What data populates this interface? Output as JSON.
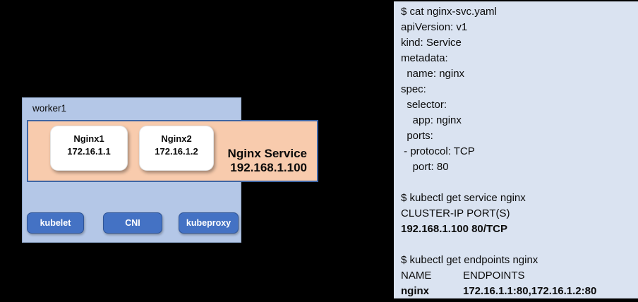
{
  "colors": {
    "panel_bg": "#dae3f1",
    "worker_fill": "#b4c7e7",
    "worker_border": "#8fa6c8",
    "service_fill": "#f8cbad",
    "service_border": "#3f66a5",
    "button_fill": "#4472c4",
    "button_border": "#2f5597",
    "pod_fill": "#ffffff"
  },
  "diagram": {
    "worker_label": "worker1",
    "service_box": {
      "title": "Nginx Service",
      "ip": "192.168.1.100"
    },
    "pods": [
      {
        "name": "Nginx1",
        "ip": "172.16.1.1"
      },
      {
        "name": "Nginx2",
        "ip": "172.16.1.2"
      }
    ],
    "components": [
      {
        "label": "kubelet"
      },
      {
        "label": "CNI"
      },
      {
        "label": "kubeproxy"
      }
    ]
  },
  "terminal": {
    "cmd_cat": "$ cat nginx-svc.yaml",
    "yaml": [
      "apiVersion: v1",
      "kind: Service",
      "metadata:",
      "  name: nginx",
      "spec:",
      "  selector:",
      "    app: nginx",
      "  ports:",
      " - protocol: TCP",
      "    port: 80"
    ],
    "cmd_get_service": "$ kubectl get service nginx",
    "service_header": "CLUSTER-IP PORT(S)",
    "service_value": "192.168.1.100 80/TCP",
    "cmd_get_endpoints": "$ kubectl get endpoints nginx",
    "endpoints_header_name": "NAME",
    "endpoints_header_value": "ENDPOINTS",
    "endpoints_row_name": "nginx",
    "endpoints_row_value": "172.16.1.1:80,172.16.1.2:80"
  }
}
